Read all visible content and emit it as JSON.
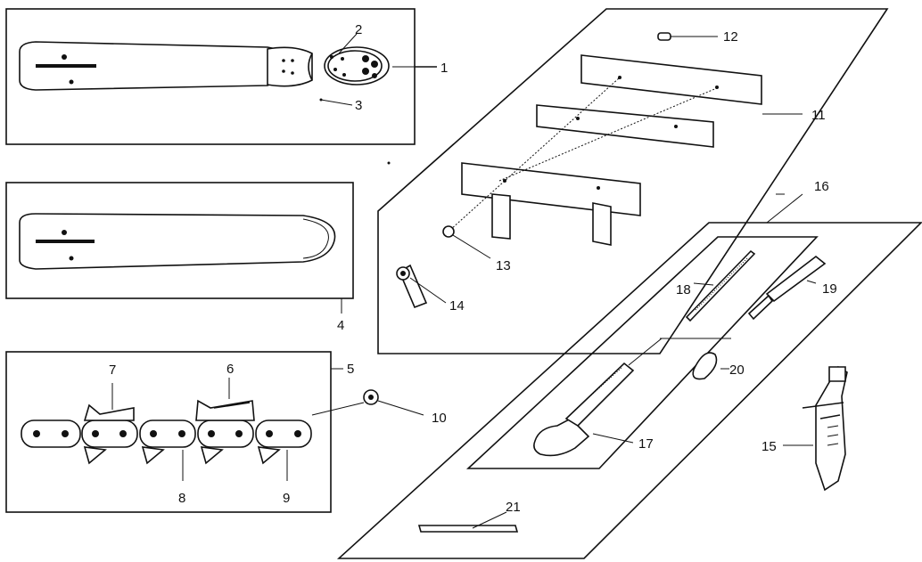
{
  "diagram": {
    "labels": {
      "l1": "1",
      "l2": "2",
      "l3": "3",
      "l4": "4",
      "l5": "5",
      "l6": "6",
      "l7": "7",
      "l8": "8",
      "l9": "9",
      "l10": "10",
      "l11": "11",
      "l12": "12",
      "l13": "13",
      "l14": "14",
      "l15": "15",
      "l16": "16",
      "l17": "17",
      "l18": "18",
      "l19": "19",
      "l20": "20",
      "l21": "21"
    }
  }
}
